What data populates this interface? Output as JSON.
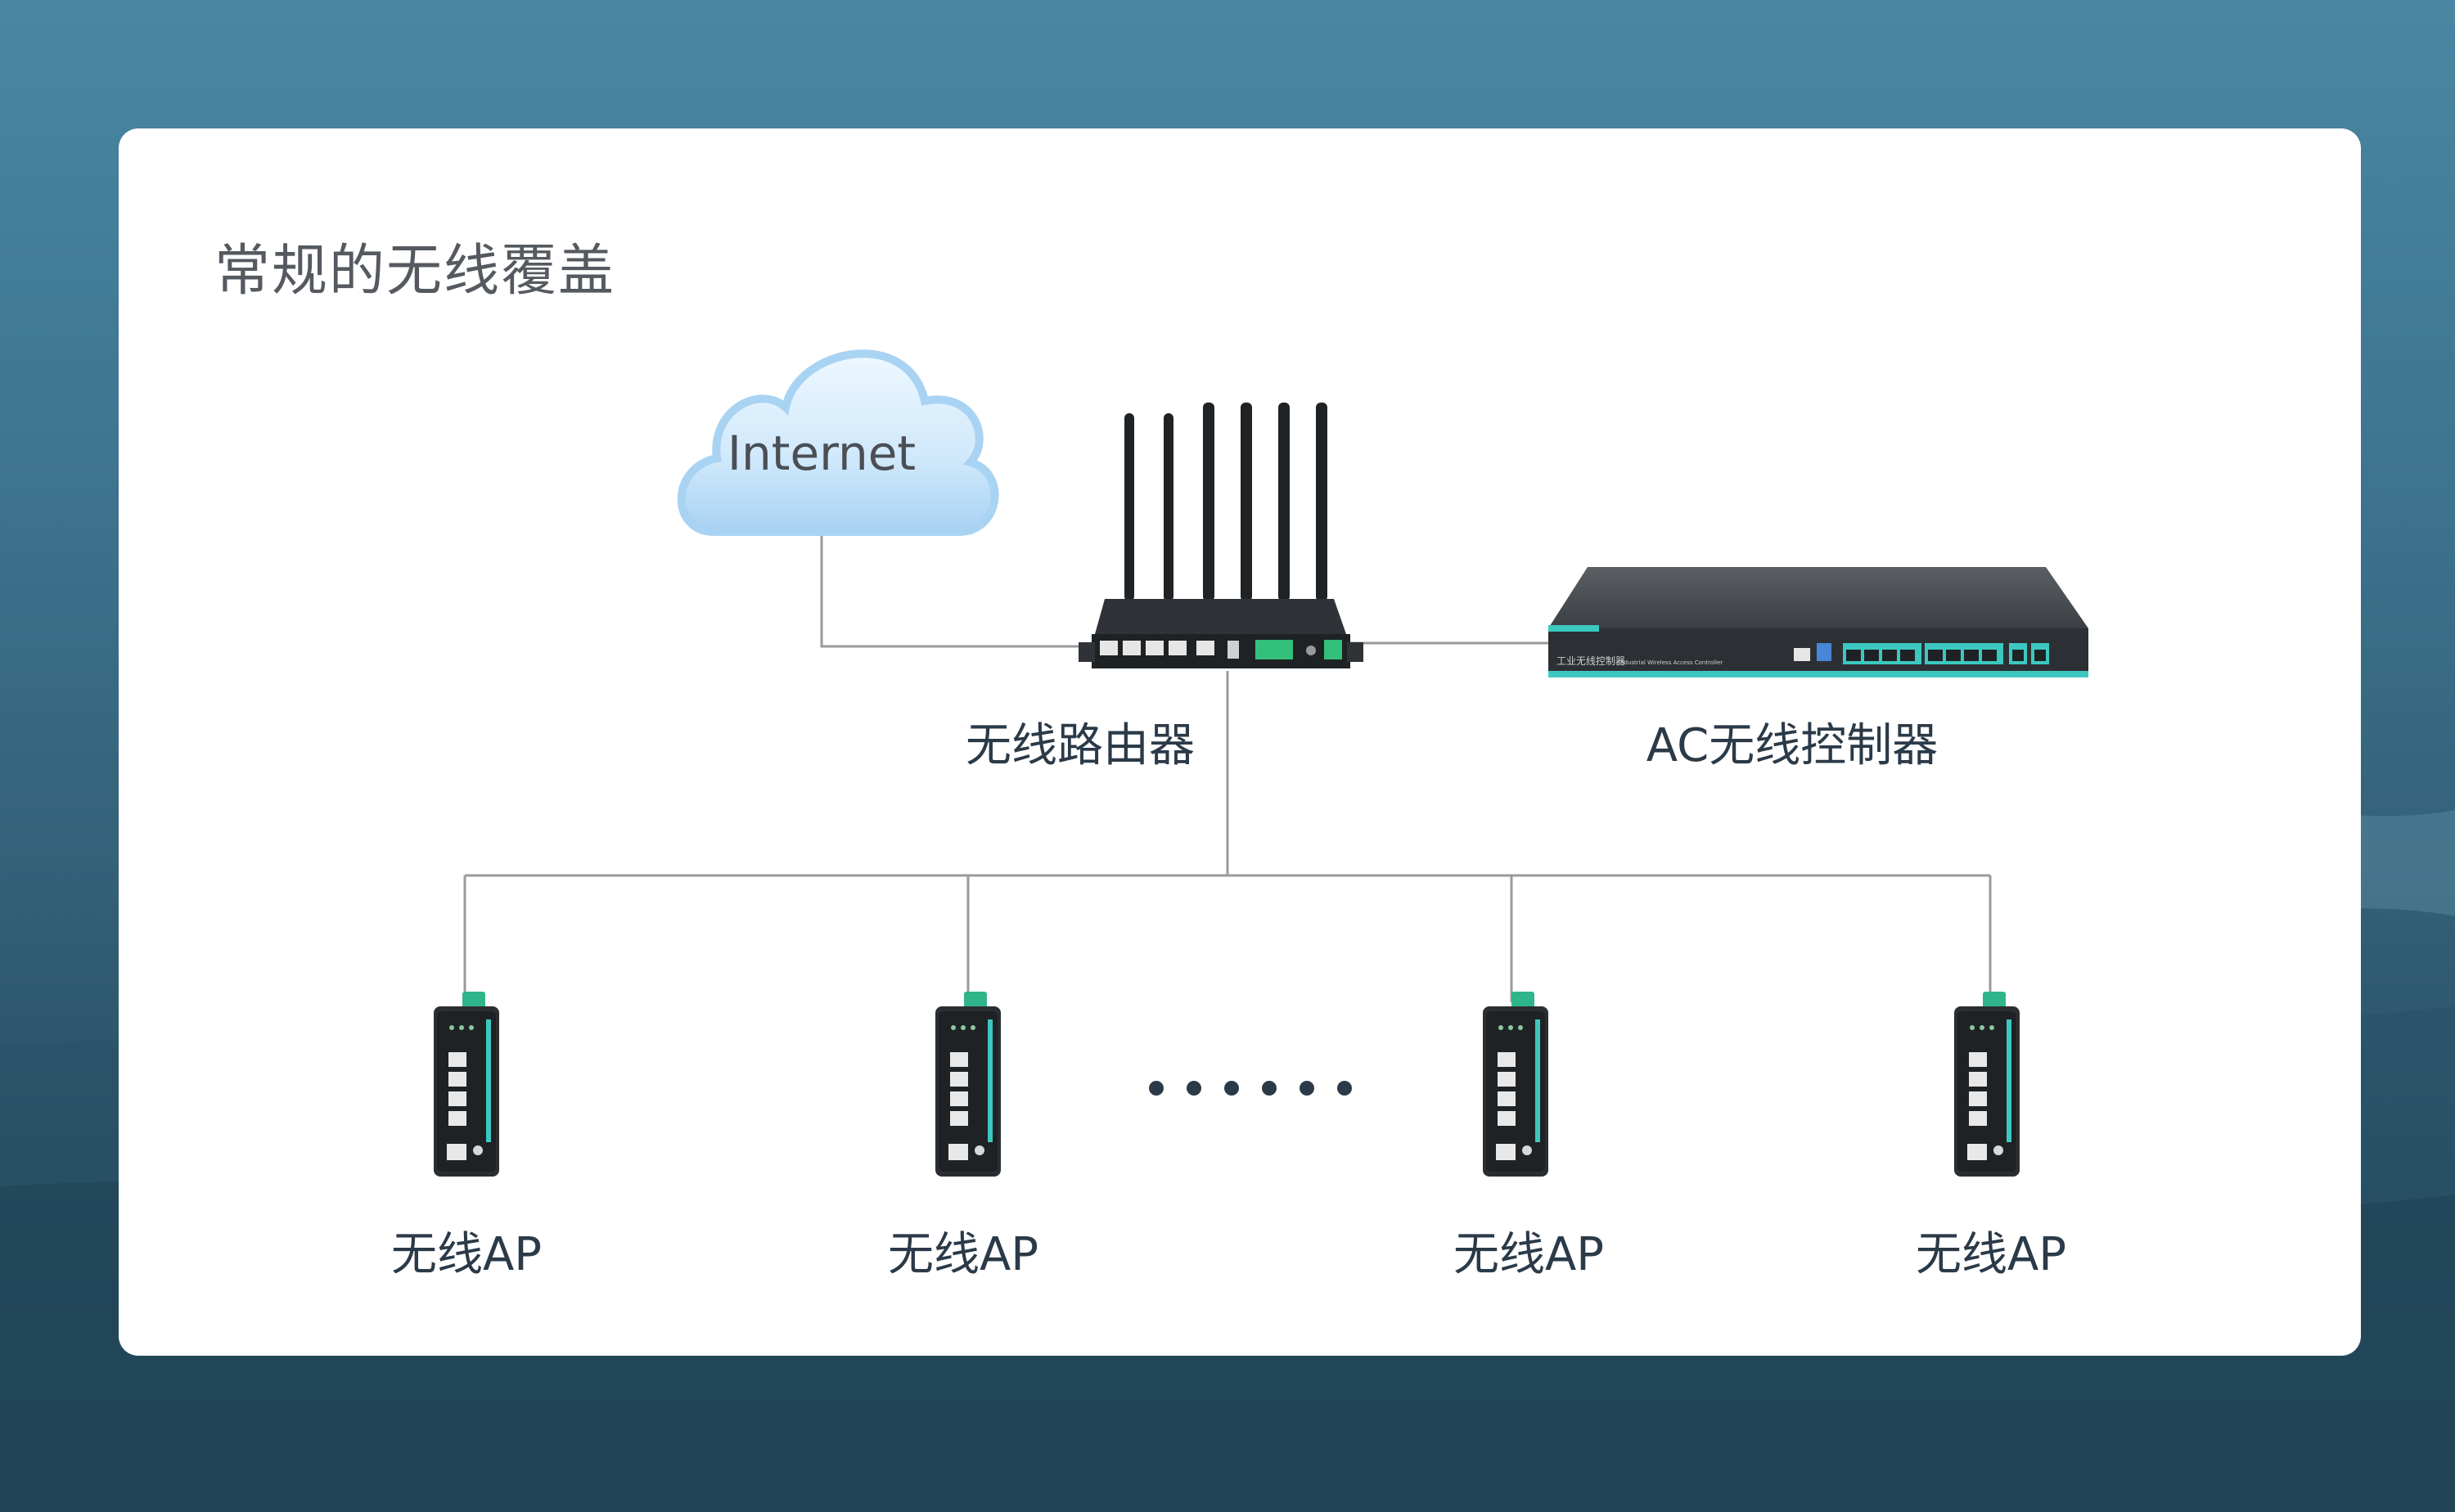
{
  "title": "常规的无线覆盖",
  "internet": {
    "label": "Internet"
  },
  "router": {
    "label": "无线路由器"
  },
  "controller": {
    "label": "AC无线控制器",
    "panel_text_cn": "工业无线控制器",
    "panel_text_en": "Industrial Wireless Access Controller"
  },
  "access_points": [
    {
      "label": "无线AP"
    },
    {
      "label": "无线AP"
    },
    {
      "label": "无线AP"
    },
    {
      "label": "无线AP"
    }
  ],
  "ellipsis_dots": 6,
  "colors": {
    "background": "#3e7590",
    "card": "#ffffff",
    "line": "#9a9a9a",
    "device_dark": "#2a2d30",
    "accent": "#3cc8c0",
    "cloud": "#bfe0f7",
    "text_dark": "#2b3a48"
  }
}
